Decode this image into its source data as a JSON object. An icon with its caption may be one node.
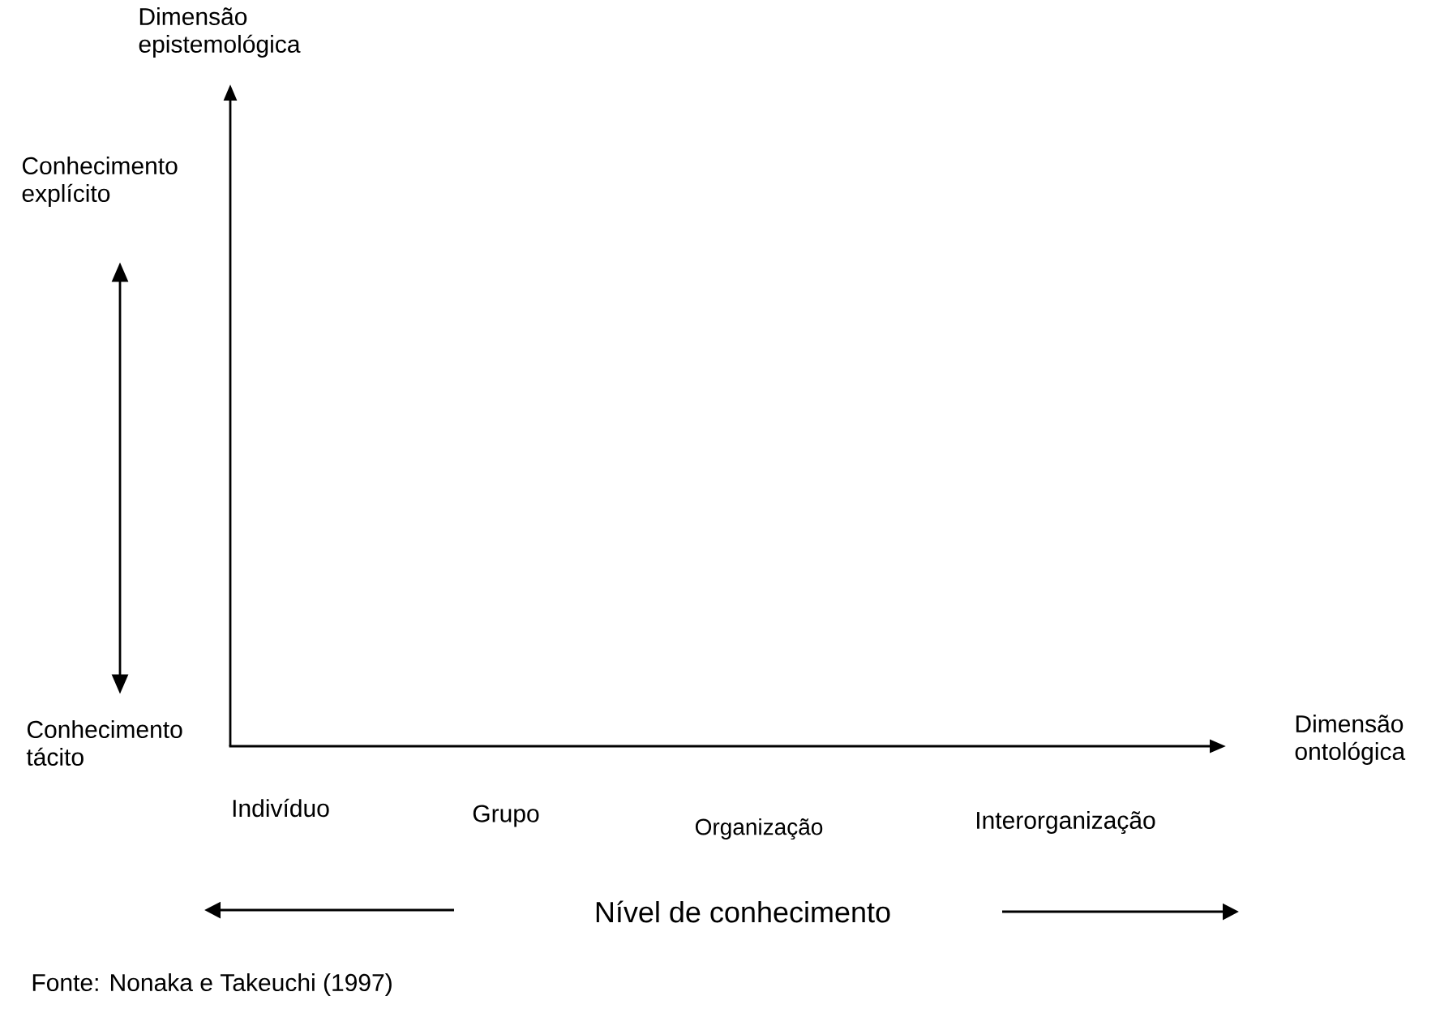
{
  "diagram": {
    "caption": "Fonte: Nonaka e Takeuchi (1997)",
    "nodes": [
      {
        "text": [
          "Conhecimento explícito"
        ]
      },
      {
        "text": [
          "Conhecimento tácito"
        ]
      }
    ],
    "edges": [
      {
        "from": 0,
        "to": 1,
        "arrow": "both"
      }
    ],
    "labels": [
      "Dimensão epistemológica",
      "Dimensão ontológica",
      "Indivíduo",
      "Grupo",
      "Organização",
      "Interorganização",
      "Nível de conhecimento"
    ]
  }
}
